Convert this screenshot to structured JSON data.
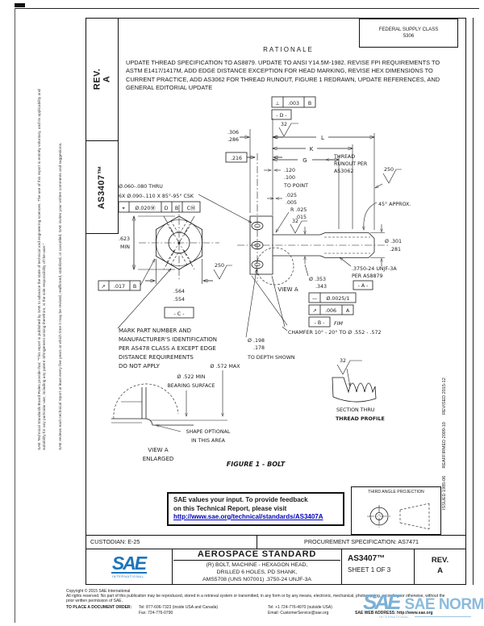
{
  "header": {
    "rev_label": "REV.",
    "rev_value": "A",
    "doc_number": "AS3407™",
    "fsc_line1": "FEDERAL SUPPLY CLASS",
    "fsc_line2": "5306"
  },
  "rationale": {
    "title": "RATIONALE",
    "text": "UPDATE THREAD SPECIFICATION TO AS8879. UPDATE TO ANSI Y14.5M-1982. REVISE FPI REQUIREMENTS TO ASTM E1417/1417M, ADD EDGE DISTANCE EXCEPTION FOR HEAD MARKING, REVISE HEX DIMENSIONS TO CURRENT PRACTICE, ADD AS3062 FOR THREAD RUNOUT, FIGURE 1 REDRAWN, UPDATE REFERENCES, AND GENERAL EDITORIAL UPDATE"
  },
  "margins": {
    "disclaimer_1": "SAE Technical Standards Board Rules provide that: \"This report is published by SAE to advance the state of technical and engineering sciences. The use of this report is entirely voluntary, and its applicability and suitability for any particular use, including any patent infringement arising therefrom, is the sole responsibility of the user.\"",
    "disclaimer_2": "SAE reviews each technical report at least every five years at which time it may be revised, reaffirmed, stabilized, or cancelled. SAE invites your written comments and suggestions.",
    "dates": "ISSUED 1985-06      REAFFIRMED 2009-10      REVISED 2015-12"
  },
  "drawing": {
    "labels": {
      "perp": "⊥",
      "perp_val": ".003",
      "perp_datum": "B",
      "datum_d": "- D -",
      "datum_c": "- C -",
      "datum_b": "- B -",
      "datum_a": "- A -",
      "fin_32": "32",
      "fin_250": "250",
      "dim_306": ".306",
      "dim_286": ".286",
      "dim_216": ".216",
      "dim_l": "L",
      "dim_k": "K",
      "dim_g": "G",
      "runout_1": "THREAD",
      "runout_2": "RUNOUT PER",
      "runout_3": "AS3062",
      "dim_120": ".120",
      "dim_100": ".100",
      "to_point": "TO POINT",
      "dim_025": ".025",
      "dim_005": ".005",
      "rad_025": "R .025",
      "rad_015": ".015",
      "csk_1": "Ø.060-.080 THRU",
      "csk_2": "6X Ø.090-.110 X 85°-95° CSK",
      "pos": "⌖",
      "pos_val": "Ø.020Ⓜ",
      "pos_d1": "D",
      "pos_d2": "B",
      "pos_d3": "CⓂ",
      "dim_623": ".623",
      "min": "MIN",
      "runout_sym": "↗",
      "fcf17_val": ".017",
      "fcf17_datum": "B",
      "dim_564": ".564",
      "dim_554": ".554",
      "view_a": "VIEW A",
      "dim_353": "Ø .353",
      "dim_343": ".343",
      "deg45": "45° APPROX.",
      "dim_301": "Ø .301",
      "dim_281": ".281",
      "thread_1": ".3750-24 UNJF-3A",
      "thread_2": "PER AS8879",
      "straight": "—",
      "straight_val": "Ø.0025/1",
      "fcf06_val": ".006",
      "fcf06_datum": "A",
      "fim": "FIM",
      "chamfer": "CHAMFER 10° - 20° TO Ø .552 - .572",
      "mark_1": "MARK PART NUMBER AND",
      "mark_2": "MANUFACTURER'S IDENTIFICATION",
      "mark_3": "PER AS478 CLASS A EXCEPT EDGE",
      "mark_4": "DISTANCE REQUIREMENTS",
      "mark_5": "DO NOT APPLY",
      "dim_198": "Ø .198",
      "dim_178": ".178",
      "depth": "TO DEPTH SHOWN",
      "dim_572": "Ø .572 MAX",
      "dim_522": "Ø .522 MIN",
      "bearing": "BEARING SURFACE",
      "shape_1": "SHAPE OPTIONAL",
      "shape_2": "IN THIS AREA",
      "viewenl_1": "VIEW A",
      "viewenl_2": "ENLARGED",
      "sect_1": "SECTION THRU",
      "sect_2": "THREAD PROFILE",
      "figure": "FIGURE 1 - BOLT"
    }
  },
  "feedback": {
    "line1": "SAE values your input. To provide feedback",
    "line2": "on this Technical Report, please visit",
    "link": "http://www.sae.org/technical/standards/AS3407A"
  },
  "projection": {
    "label": "THIRD ANGLE PROJECTION"
  },
  "title_block": {
    "custodian": "CUSTODIAN: E-25",
    "procurement": "PROCUREMENT SPECIFICATION: AS7471",
    "standard_type": "AEROSPACE STANDARD",
    "subtitle_1": "(R) BOLT, MACHINE - HEXAGON HEAD,",
    "subtitle_2": "DRILLED 6 HOLES, PD SHANK,",
    "subtitle_3": "AMS5708 (UNS N07001) .3750-24 UNJF-3A",
    "doc_number": "AS3407™",
    "sheet": "SHEET 1 OF 3",
    "rev_label": "REV.",
    "rev_value": "A",
    "logo_text": "SAE",
    "logo_sub": "INTERNATIONAL."
  },
  "footer": {
    "copyright_1": "Copyright © 2015 SAE International",
    "copyright_2": "All rights reserved. No part of this publication may be reproduced, stored in a retrieval system or transmitted, in any form or by any means, electronic, mechanical, photocopying, recording, or otherwise, without the prior written permission of SAE.",
    "order_label": "TO PLACE A DOCUMENT ORDER:",
    "tel_us": "Tel: 877-606-7323 (inside USA and Canada)",
    "tel_intl": "Tel: +1 724-776-4970 (outside USA)",
    "fax": "Fax: 724-776-0790",
    "email": "Email: CustomerService@sae.org",
    "web": "SAE WEB ADDRESS: http://www.sae.org"
  },
  "watermark": {
    "logo": "SAE",
    "text": "SAE NORM",
    "sub": "INTERNATIONAL."
  },
  "colors": {
    "sae_blue": "#1c75bc",
    "watermark_blue": "#8abbdd",
    "link_blue": "#0000bb"
  }
}
